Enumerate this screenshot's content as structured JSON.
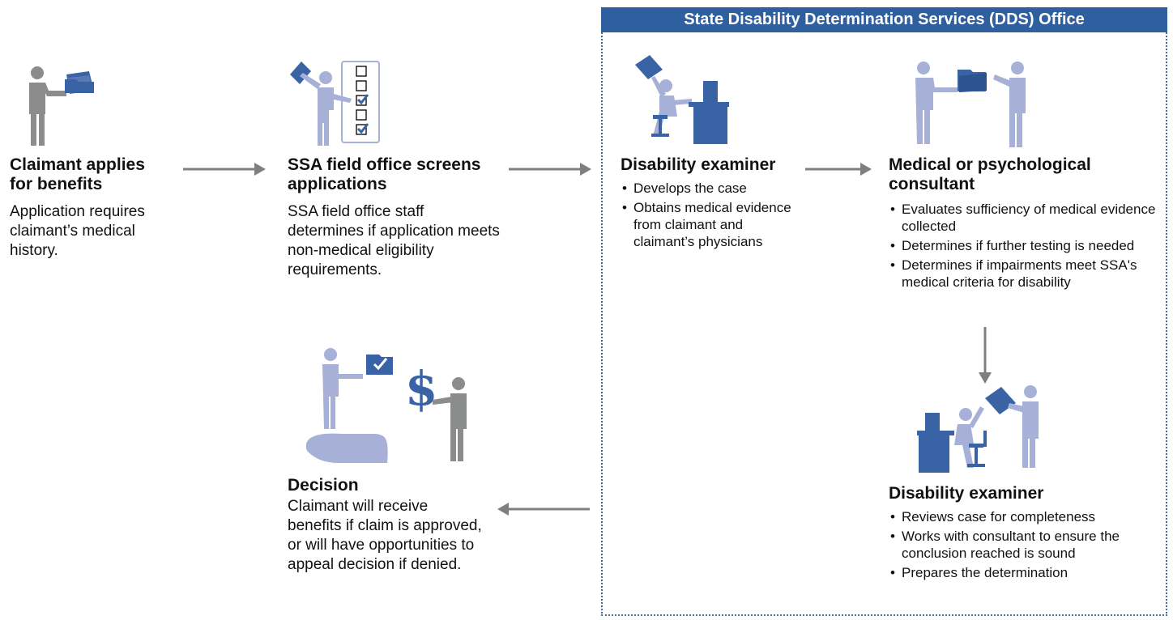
{
  "dds_header": "State Disability Determination Services (DDS) Office",
  "steps": {
    "claimant": {
      "title": "Claimant applies for benefits",
      "body": "Application requires claimant’s medical history."
    },
    "field_office": {
      "title": "SSA field office screens applications",
      "body": "SSA field office staff determines if application meets non-medical eligibility requirements."
    },
    "examiner1": {
      "title": "Disability examiner",
      "bullets": [
        "Develops the case",
        "Obtains medical evidence from claimant and claimant’s physicians"
      ]
    },
    "consultant": {
      "title": "Medical or psychological consultant",
      "bullets": [
        "Evaluates sufficiency of medical evidence collected",
        "Determines if further testing is needed",
        "Determines if impairments meet SSA's medical criteria for disability"
      ]
    },
    "examiner2": {
      "title": "Disability examiner",
      "bullets": [
        "Reviews case for completeness",
        "Works with consultant to ensure the conclusion reached is sound",
        "Prepares the determination"
      ]
    },
    "decision": {
      "title": "Decision",
      "body": "Claimant will receive benefits if claim is approved, or will have opportunities to appeal decision if denied."
    }
  },
  "colors": {
    "person_gray": "#8a8d8c",
    "person_light": "#a7b0d6",
    "folder_blue": "#3a63a6",
    "arrow_gray": "#7d8083",
    "header_blue": "#2f5f9f"
  },
  "icons": {
    "claimant": "person-with-folder-icon",
    "field_office": "person-with-checklist-icon",
    "examiner1": "examiner-at-desk-icon",
    "consultant": "two-people-exchanging-folder-icon",
    "examiner2": "examiner-at-desk-with-consultant-icon",
    "decision": "payment-hand-and-dollar-icon"
  }
}
